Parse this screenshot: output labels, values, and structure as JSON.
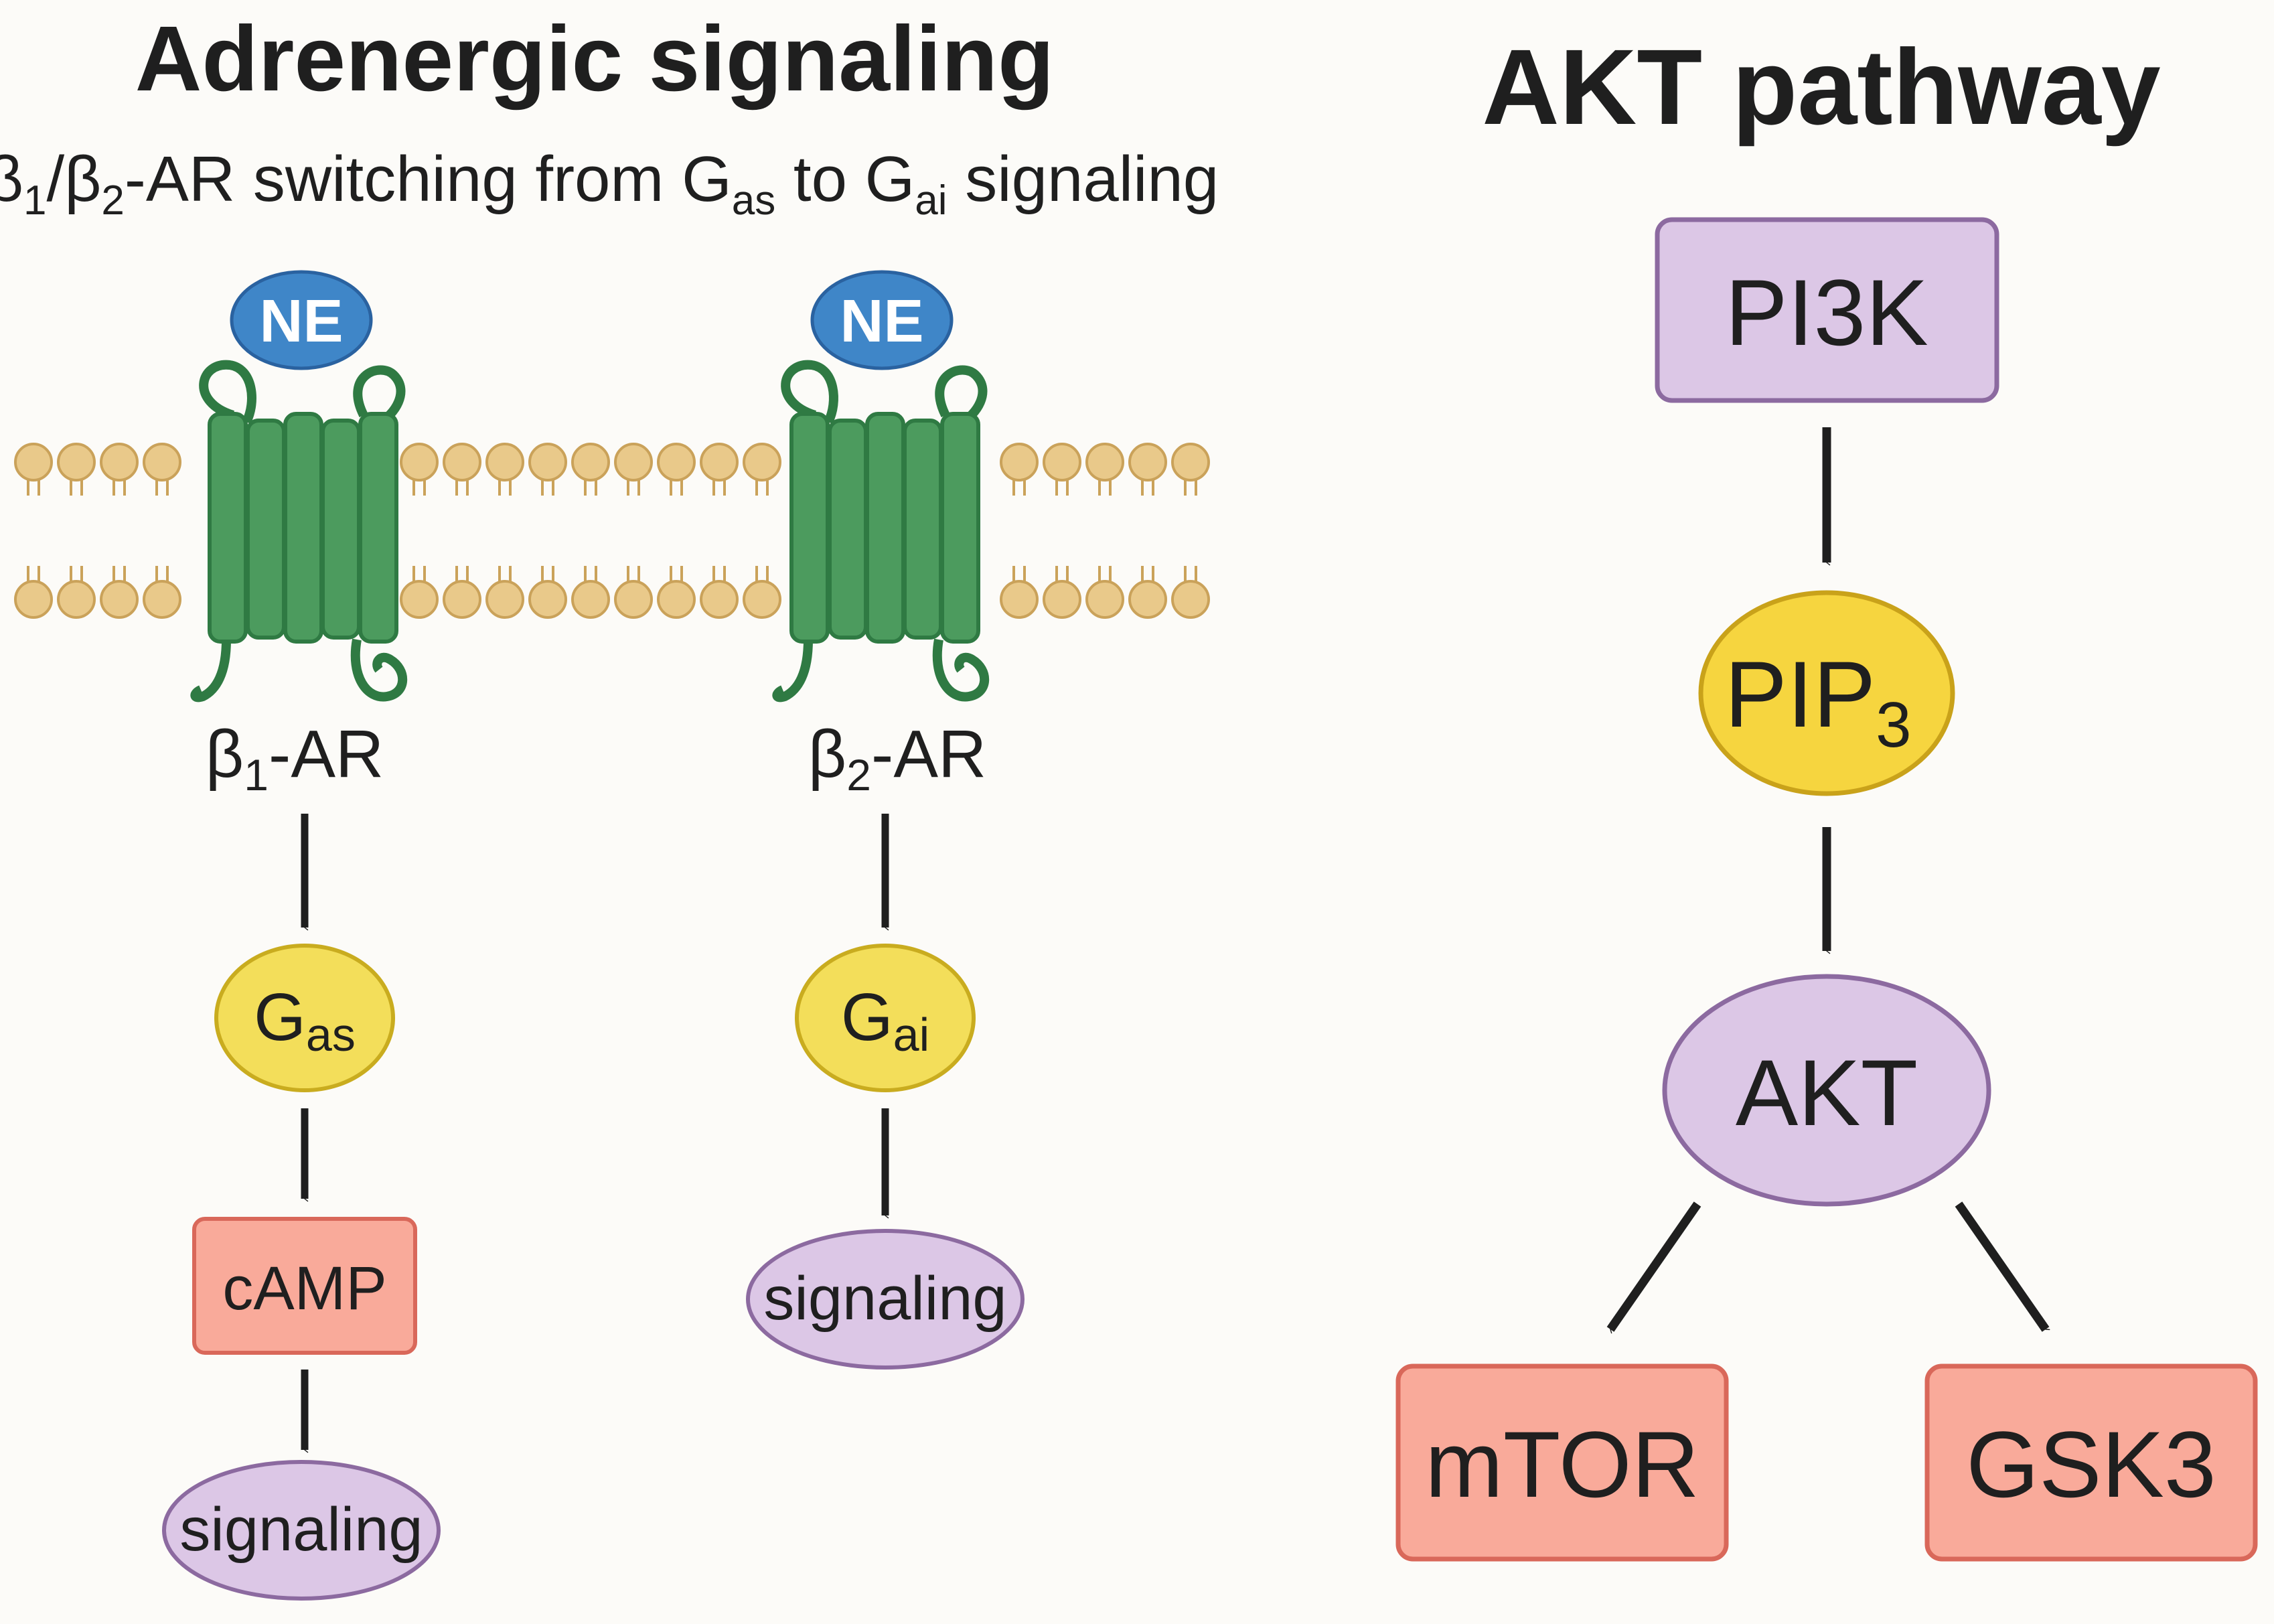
{
  "panels": {
    "adrenergic": {
      "title": "Adrenergic signaling",
      "subtitle": {
        "beta": "β",
        "one": "1",
        "slash": "/",
        "two": "2",
        "mid": "-AR switching from G",
        "as": "as",
        "to": " to G",
        "ai": "ai",
        "end": " signaling"
      },
      "ligand_left": "NE",
      "ligand_right": "NE",
      "receptor_left": {
        "beta": "β",
        "sub": "1",
        "suffix": "-AR"
      },
      "receptor_right": {
        "beta": "β",
        "sub": "2",
        "suffix": "-AR"
      },
      "gprotein_left": {
        "g": "G",
        "sub": "as"
      },
      "gprotein_right": {
        "g": "G",
        "sub": "ai"
      },
      "camp": "cAMP",
      "signaling_left": "signaling",
      "signaling_right": "signaling"
    },
    "akt": {
      "title": "AKT pathway",
      "pi3k": "PI3K",
      "pip3": {
        "base": "PIP",
        "sub": "3"
      },
      "akt": "AKT",
      "mtor": "mTOR",
      "gsk3": "GSK3"
    }
  },
  "colors": {
    "background": "#fcfbf8",
    "membrane_head": "#e9c98a",
    "membrane_stroke": "#caa25a",
    "receptor": "#4c9b5e",
    "receptor_dark": "#2f7a43",
    "ne_fill": "#3f86c8",
    "g_protein": "#f3de5a",
    "pink_box": "#f9aa9a",
    "pink_stroke": "#d9685a",
    "lilac": "#dcc7e6",
    "lilac_stroke": "#8c6aa0",
    "pip3_fill": "#f6d53f",
    "pip3_stroke": "#c9a21a"
  }
}
